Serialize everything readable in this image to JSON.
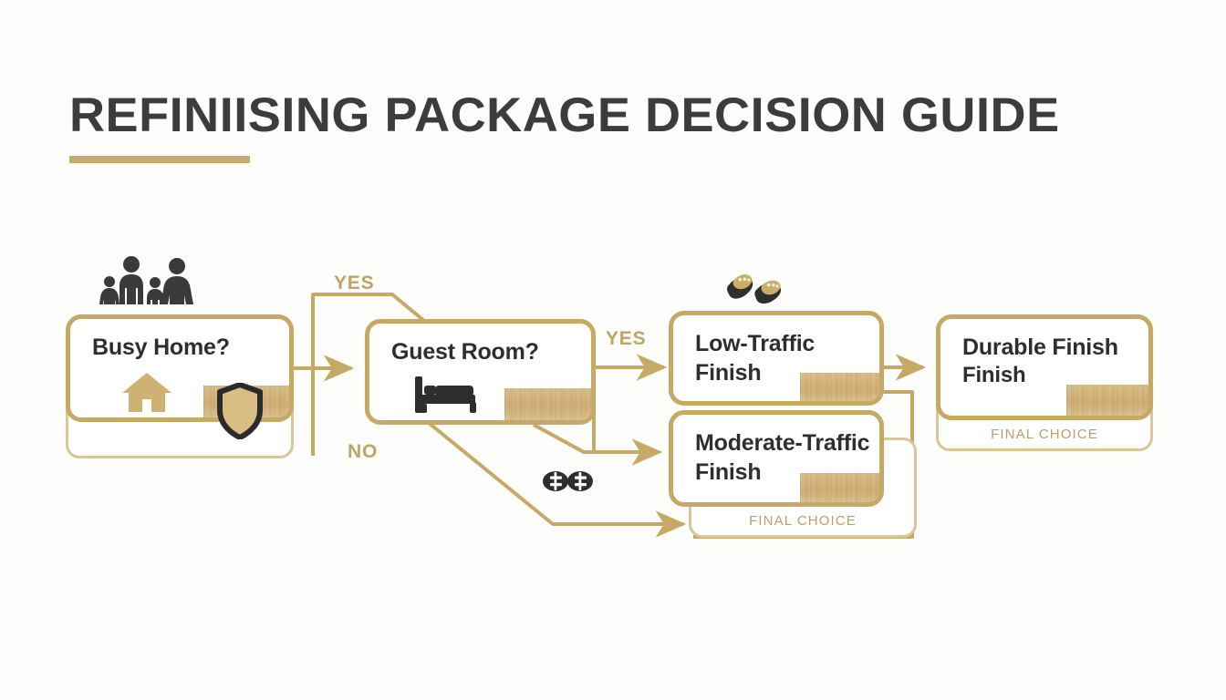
{
  "title": {
    "text": "REFINIISING PACKAGE DECISION GUIDE"
  },
  "colors": {
    "gold": "#c6a964",
    "gold_light": "#d9c79a",
    "gold_text": "#bfa463",
    "caption_text": "#b7a06a",
    "ink": "#2e2e2e",
    "title_ink": "#3c3c3c",
    "wood": "#d3b178",
    "background": "#fdfdfc"
  },
  "nodes": [
    {
      "id": "busy-home",
      "label": "Busy Home?",
      "sub": "",
      "caption": "",
      "icon": "house-icon",
      "badge": "shield-icon"
    },
    {
      "id": "guest-room",
      "label": "Guest Room?",
      "sub": "",
      "caption": "",
      "icon": "bed-icon",
      "badge": ""
    },
    {
      "id": "low-traffic",
      "label": "Low-Traffic",
      "sub": "Finish",
      "caption": "",
      "icon": "",
      "badge": ""
    },
    {
      "id": "moderate-traffic",
      "label": "Moderate-Traffic",
      "sub": "Finish",
      "caption": "FINAL CHOICE",
      "icon": "",
      "badge": ""
    },
    {
      "id": "durable-finish",
      "label": "Durable Finish",
      "sub": "Finish",
      "caption": "FINAL CHOICE",
      "icon": "",
      "badge": ""
    }
  ],
  "edges": [
    {
      "id": "busy-home-yes",
      "label": "YES"
    },
    {
      "id": "busy-home-no",
      "label": "NO"
    },
    {
      "id": "guest-room-yes",
      "label": "YES"
    }
  ],
  "decorations": [
    {
      "id": "family-icon",
      "name": "family-icon"
    },
    {
      "id": "slippers-icon",
      "name": "slippers-icon"
    },
    {
      "id": "paw-icon",
      "name": "footprint-icon"
    }
  ]
}
